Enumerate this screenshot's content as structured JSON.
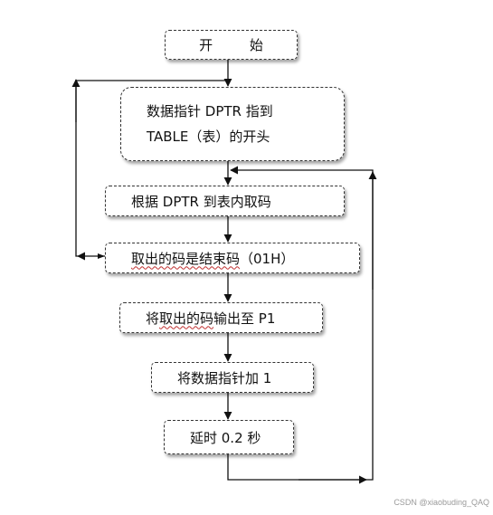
{
  "nodes": {
    "start": "开 始",
    "init_line1": "数据指针 DPTR 指到",
    "init_line2": "TABLE（表）的开头",
    "fetch": "根据 DPTR 到表内取码",
    "check_text": "取出的码是结束码",
    "check_suffix": "（01H）",
    "output_prefix": "将",
    "output_text": "取出的码",
    "output_suffix": "输出至 P1",
    "increment": "将数据指针加 1",
    "delay": "延时 0.2 秒"
  },
  "watermark": "CSDN @xiaobuding_QAQ"
}
